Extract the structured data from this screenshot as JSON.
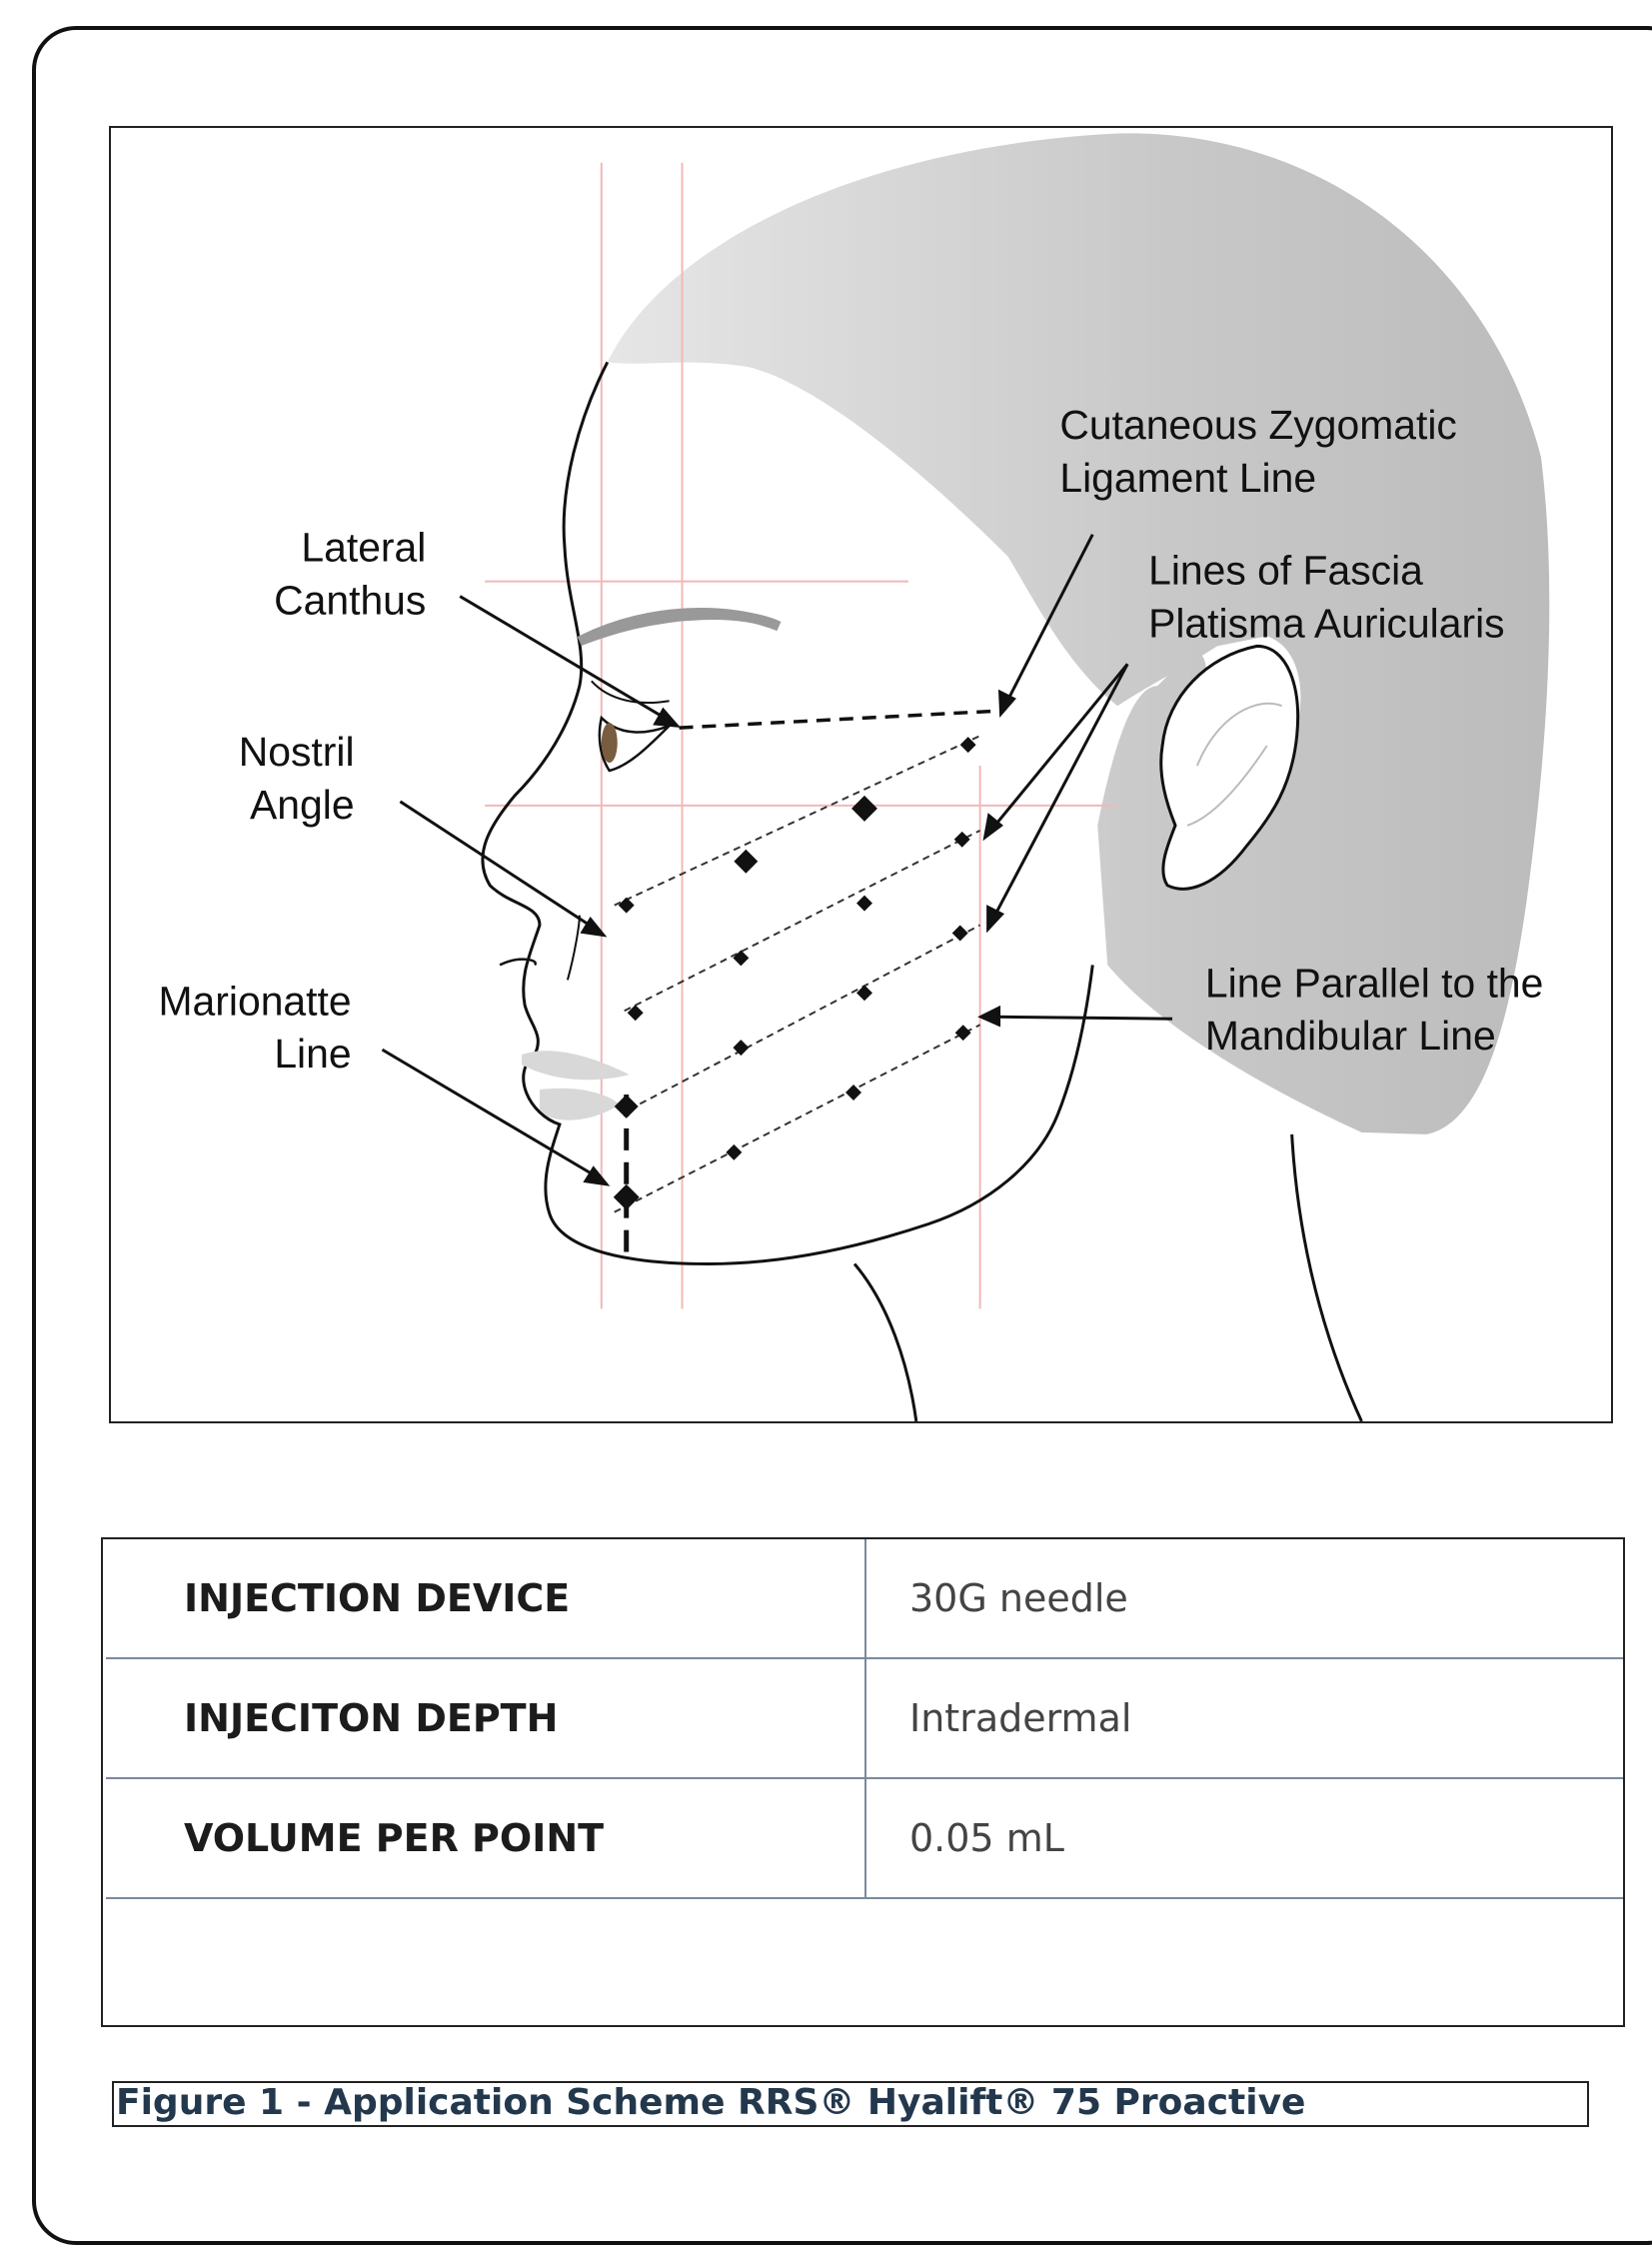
{
  "diagram": {
    "labels": {
      "lateral_canthus_1": "Lateral",
      "lateral_canthus_2": "Canthus",
      "nostril_angle_1": "Nostril",
      "nostril_angle_2": "Angle",
      "marionette_1": "Marionatte",
      "marionette_2": "Line",
      "zygomatic_1": "Cutaneous Zygomatic",
      "zygomatic_2": "Ligament Line",
      "fascia_1": "Lines of Fascia",
      "fascia_2": "Platisma Auricularis",
      "mandibular_1": "Line Parallel to the",
      "mandibular_2": "Mandibular Line"
    },
    "colors": {
      "hair": "#c4c4c4",
      "guide_lines": "#f2b8b8",
      "outline": "#111111"
    }
  },
  "table": {
    "rows": [
      {
        "label": "INJECTION DEVICE",
        "value": "30G needle"
      },
      {
        "label": "INJECITON DEPTH",
        "value": "Intradermal"
      },
      {
        "label": "VOLUME PER POINT",
        "value": "0.05 mL"
      }
    ]
  },
  "caption": "Figure 1 - Application Scheme RRS® Hyalift® 75 Proactive"
}
